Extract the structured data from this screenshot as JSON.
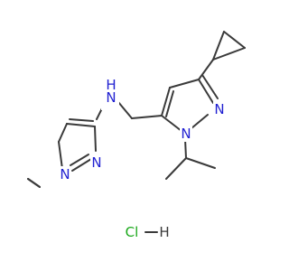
{
  "molecule": {
    "atoms": [
      {
        "id": "n-amine",
        "label": "N",
        "sublabel": "H",
        "color": "#1f1fd1"
      },
      {
        "id": "n-pyrazole-right-1",
        "label": "N",
        "color": "#1f1fd1"
      },
      {
        "id": "n-pyrazole-right-2",
        "label": "N",
        "color": "#1f1fd1"
      },
      {
        "id": "n-pyrazole-left-1",
        "label": "N",
        "color": "#1f1fd1"
      },
      {
        "id": "n-pyrazole-left-2",
        "label": "N",
        "color": "#1f1fd1"
      }
    ],
    "salt": {
      "cl": "Cl",
      "h": "H",
      "cl_color": "#1aa81a",
      "h_color": "#3a3a3a"
    },
    "bond_color": "#3a3a3a"
  }
}
